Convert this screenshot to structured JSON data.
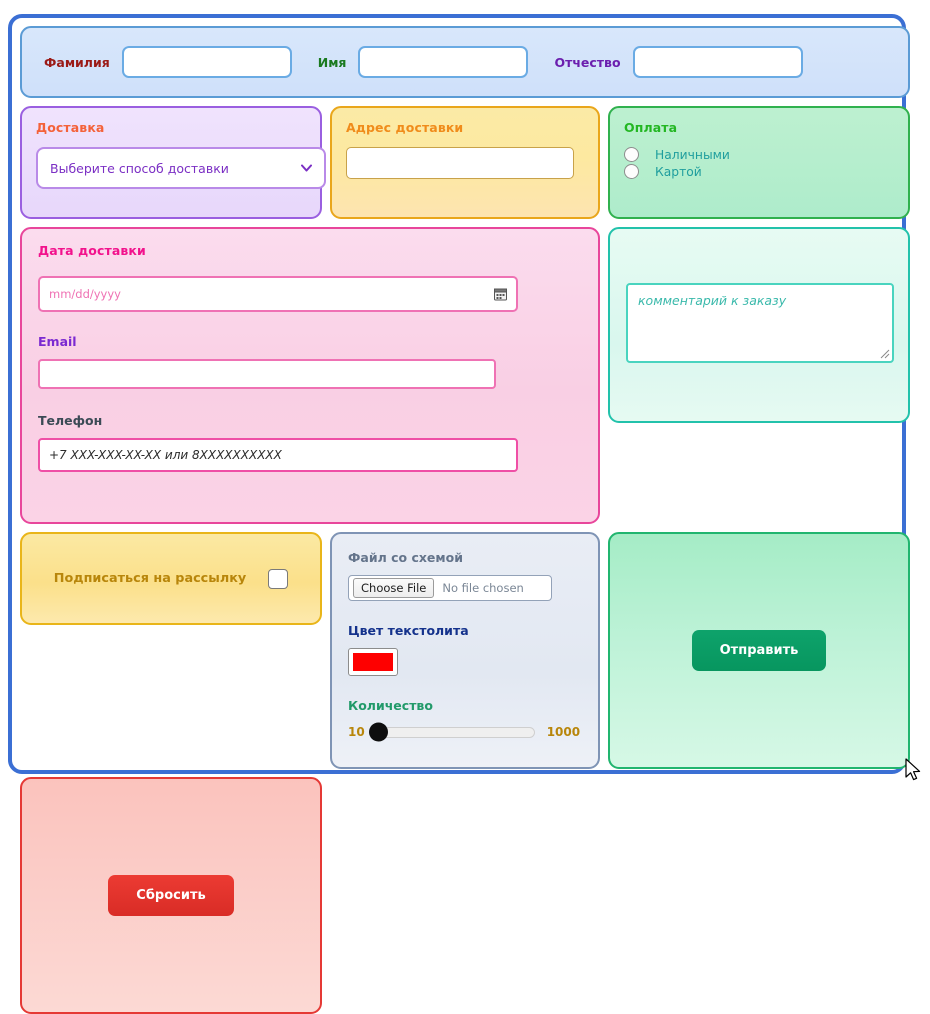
{
  "form": {
    "border_color": "#3b6fd4"
  },
  "name_section": {
    "surname_label": "Фамилия",
    "surname_value": "",
    "firstname_label": "Имя",
    "firstname_value": "",
    "patronymic_label": "Отчество",
    "patronymic_value": "",
    "surname_color": "#9b1a16",
    "firstname_color": "#1a7a1f",
    "patronymic_color": "#6b1fae"
  },
  "delivery": {
    "legend": "Доставка",
    "select_value": "Выберите способ доставки",
    "legend_color": "#f4623a",
    "icon": "chevron-down-icon"
  },
  "address": {
    "legend": "Адрес доставки",
    "value": "",
    "legend_color": "#f08c1b"
  },
  "payment": {
    "legend": "Оплата",
    "legend_color": "#23b723",
    "options": [
      {
        "label": "Наличными",
        "checked": false
      },
      {
        "label": "Картой",
        "checked": false
      }
    ]
  },
  "date_block": {
    "legend": "Дата доставки",
    "legend_color": "#f2128c",
    "date_placeholder": "mm/dd/yyyy",
    "date_value": "",
    "date_icon": "calendar-icon",
    "email_label": "Email",
    "email_value": "",
    "email_color": "#7b2ad1",
    "phone_label": "Телефон",
    "phone_placeholder": "+7 XXX-XXX-XX-XX или 8XXXXXXXXXX",
    "phone_value": "",
    "phone_color": "#3b4a55"
  },
  "comment": {
    "placeholder": "комментарий к заказу",
    "value": "",
    "accent": "#22c2ab"
  },
  "newsletter": {
    "label": "Подписаться на рассылку",
    "label_color": "#b8860b",
    "checked": false
  },
  "file_block": {
    "file_label": "Файл со схемой",
    "file_label_color": "#64748b",
    "choose_button": "Choose File",
    "file_status": "No file chosen",
    "color_label": "Цвет текстолита",
    "color_label_color": "#14328c",
    "color_value": "#fe0000",
    "quantity_label": "Количество",
    "quantity_label_color": "#229a6a",
    "quantity_min": "10",
    "quantity_max": "1000",
    "quantity_value": "10"
  },
  "actions": {
    "submit_label": "Отправить",
    "submit_color": "#0ea36b",
    "reset_label": "Сбросить",
    "reset_color": "#ec3b33"
  }
}
